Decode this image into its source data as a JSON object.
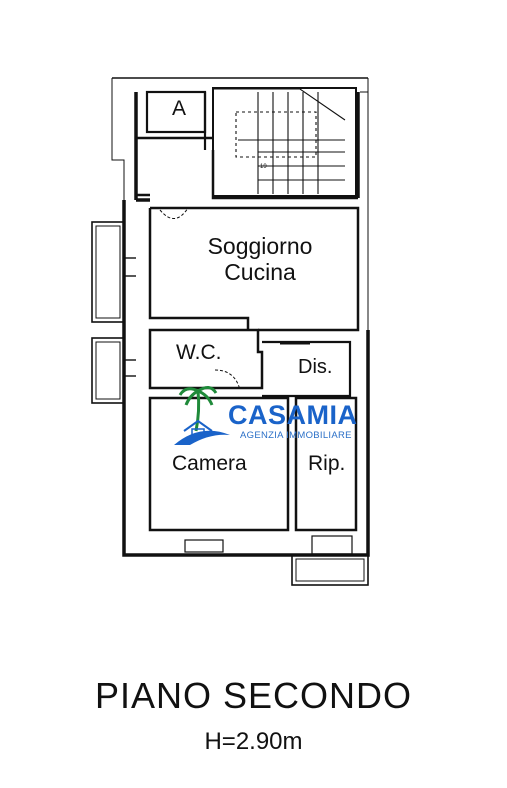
{
  "rooms": {
    "a": "A",
    "soggiorno": "Soggiorno\nCucina",
    "wc": "W.C.",
    "dis": "Dis.",
    "camera": "Camera",
    "rip": "Rip."
  },
  "stair_mark": "19",
  "logo": {
    "name": "CASAMIA",
    "subtitle": "AGENZIA IMMOBILIARE",
    "brand_color": "#1a63c9",
    "palm_color": "#1f8a3a"
  },
  "floor": {
    "title": "PIANO SECONDO",
    "height": "H=2.90m"
  }
}
